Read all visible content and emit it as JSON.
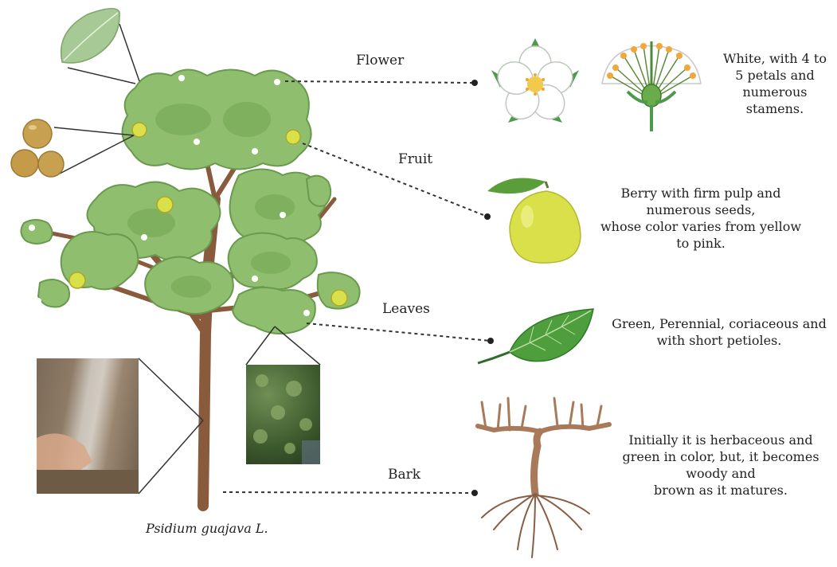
{
  "species": "Psidium guajava L.",
  "parts": [
    {
      "label": "Flower",
      "description": "White, with 4 to\n5 petals and\nnumerous\nstamens."
    },
    {
      "label": "Fruit",
      "description": "Berry with firm pulp and\nnumerous seeds,\nwhose color varies from yellow\nto pink."
    },
    {
      "label": "Leaves",
      "description": "Green, Perennial, coriaceous and\nwith short petioles."
    },
    {
      "label": "Bark",
      "description": "Initially it is herbaceous and\ngreen in color, but, it becomes\nwoody and\nbrown as it matures."
    }
  ],
  "icons": {
    "tree": "guava-tree-icon",
    "flower": "flower-icon",
    "flower_section": "flower-cross-section-icon",
    "fruit": "guava-fruit-icon",
    "leaf": "leaf-icon",
    "roots": "roots-bark-icon"
  },
  "colors": {
    "foliage": "#8fbf6e",
    "foliage_dark": "#6a9a4d",
    "trunk": "#8a5a3c",
    "fruit": "#d9e04a",
    "leader": "#333333"
  }
}
